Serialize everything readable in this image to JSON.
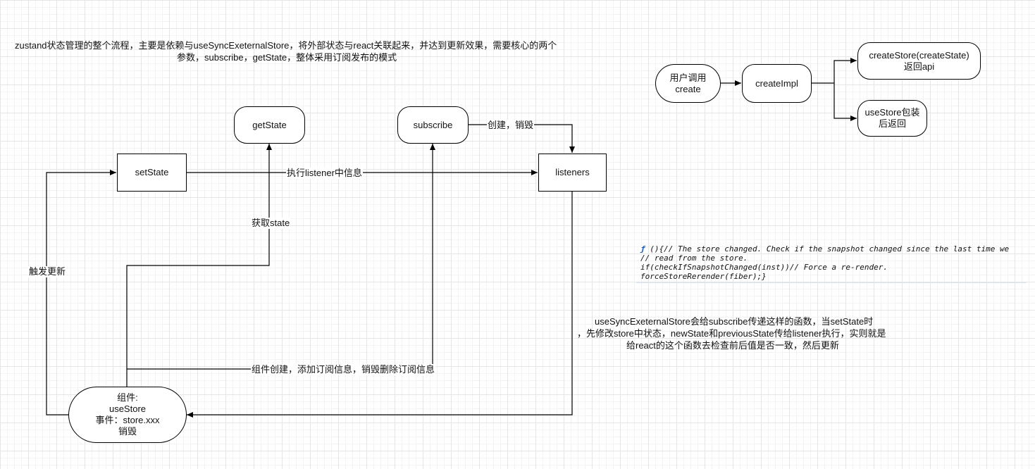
{
  "intro": {
    "line1": "zustand状态管理的整个流程，主要是依赖与useSyncExeternalStore，将外部状态与react关联起来，并达到更新效果，需要核心的两个",
    "line2": "参数，subscribe，getState，整体采用订阅发布的模式"
  },
  "nodes": {
    "getState": "getState",
    "subscribe": "subscribe",
    "setState": "setState",
    "listeners": "listeners",
    "component": {
      "line1": "组件:",
      "line2": "useStore",
      "line3": "事件：store.xxx",
      "line4": "销毁"
    },
    "user_create": {
      "line1": "用户调用",
      "line2": "create"
    },
    "createImpl": "createImpl",
    "createStore": {
      "line1": "createStore(createState)",
      "line2": "返回api"
    },
    "useStore_wrap": {
      "line1": "useStore包装",
      "line2": "后返回"
    }
  },
  "edge_labels": {
    "create_destroy": "创建，销毁",
    "run_listener": "执行listener中信息",
    "get_state": "获取state",
    "trigger_update": "触发更新",
    "component_subscribe": "组件创建，添加订阅信息，销毁删除订阅信息"
  },
  "note": {
    "line1": "useSyncExeternalStore会给subscribe传递这样的函数，当setState时",
    "line2": "，先修改store中状态，newState和previousState传给listener执行，实则就是",
    "line3": "给react的这个函数去检查前后值是否一致，然后更新"
  },
  "code": {
    "fn_symbol": "ƒ",
    "line1": " (){// The store changed. Check if the snapshot changed since the last time we",
    "line2": "// read from the store.",
    "line3": "if(checkIfSnapshotChanged(inst))// Force a re-render.",
    "line4": "forceStoreRerender(fiber);}"
  }
}
